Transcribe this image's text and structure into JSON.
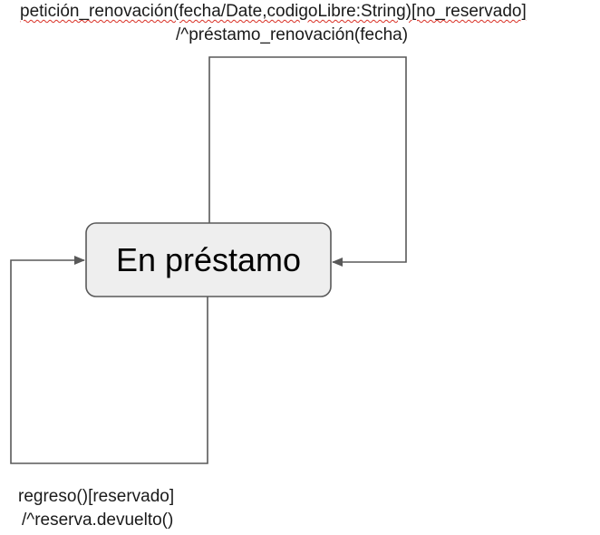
{
  "state": {
    "name": "En préstamo"
  },
  "transitions": {
    "renewal": {
      "trigger": "petición_renovación(fecha/Date,codigoLibre:String)[no_reservado]",
      "action": "/^préstamo_renovación(fecha)"
    },
    "return": {
      "trigger": "regreso()[reservado]",
      "action": "/^reserva.devuelto()"
    }
  },
  "colors": {
    "state_fill": "#eeeeee",
    "state_stroke": "#595959",
    "edge": "#595959",
    "spellcheck_underline": "#d93025"
  }
}
